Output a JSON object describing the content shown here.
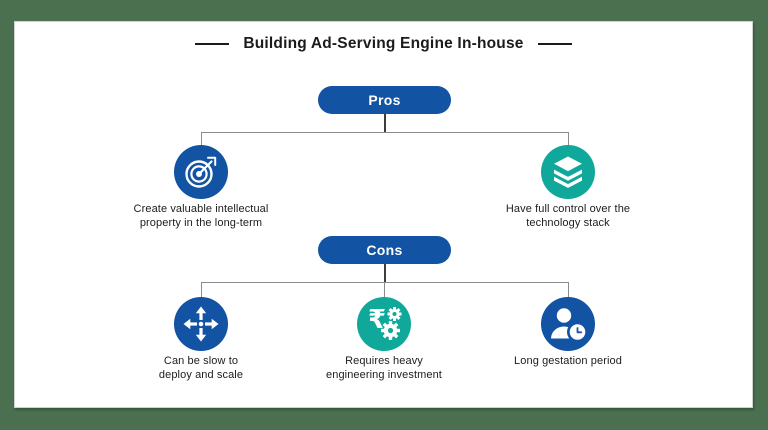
{
  "title": "Building Ad-Serving Engine In-house",
  "colors": {
    "frame_green": "#4A7050",
    "primary_blue": "#1253A4",
    "teal": "#0FA89A",
    "connector_gray": "#8C8C8C",
    "text_dark": "#1D1D1D"
  },
  "pros": {
    "label": "Pros",
    "items": [
      {
        "icon": "target-arrow-icon",
        "color": "#1253A4",
        "lines": [
          "Create valuable intellectual",
          "property in the long-term"
        ]
      },
      {
        "icon": "layers-stack-icon",
        "color": "#0FA89A",
        "lines": [
          "Have full control over the",
          "technology stack"
        ]
      }
    ]
  },
  "cons": {
    "label": "Cons",
    "items": [
      {
        "icon": "move-arrows-icon",
        "color": "#1253A4",
        "lines": [
          "Can be slow to",
          "deploy and scale"
        ]
      },
      {
        "icon": "rupee-gears-icon",
        "color": "#0FA89A",
        "lines": [
          "Requires heavy",
          "engineering investment"
        ]
      },
      {
        "icon": "person-clock-icon",
        "color": "#1253A4",
        "lines": [
          "Long gestation period"
        ]
      }
    ]
  }
}
